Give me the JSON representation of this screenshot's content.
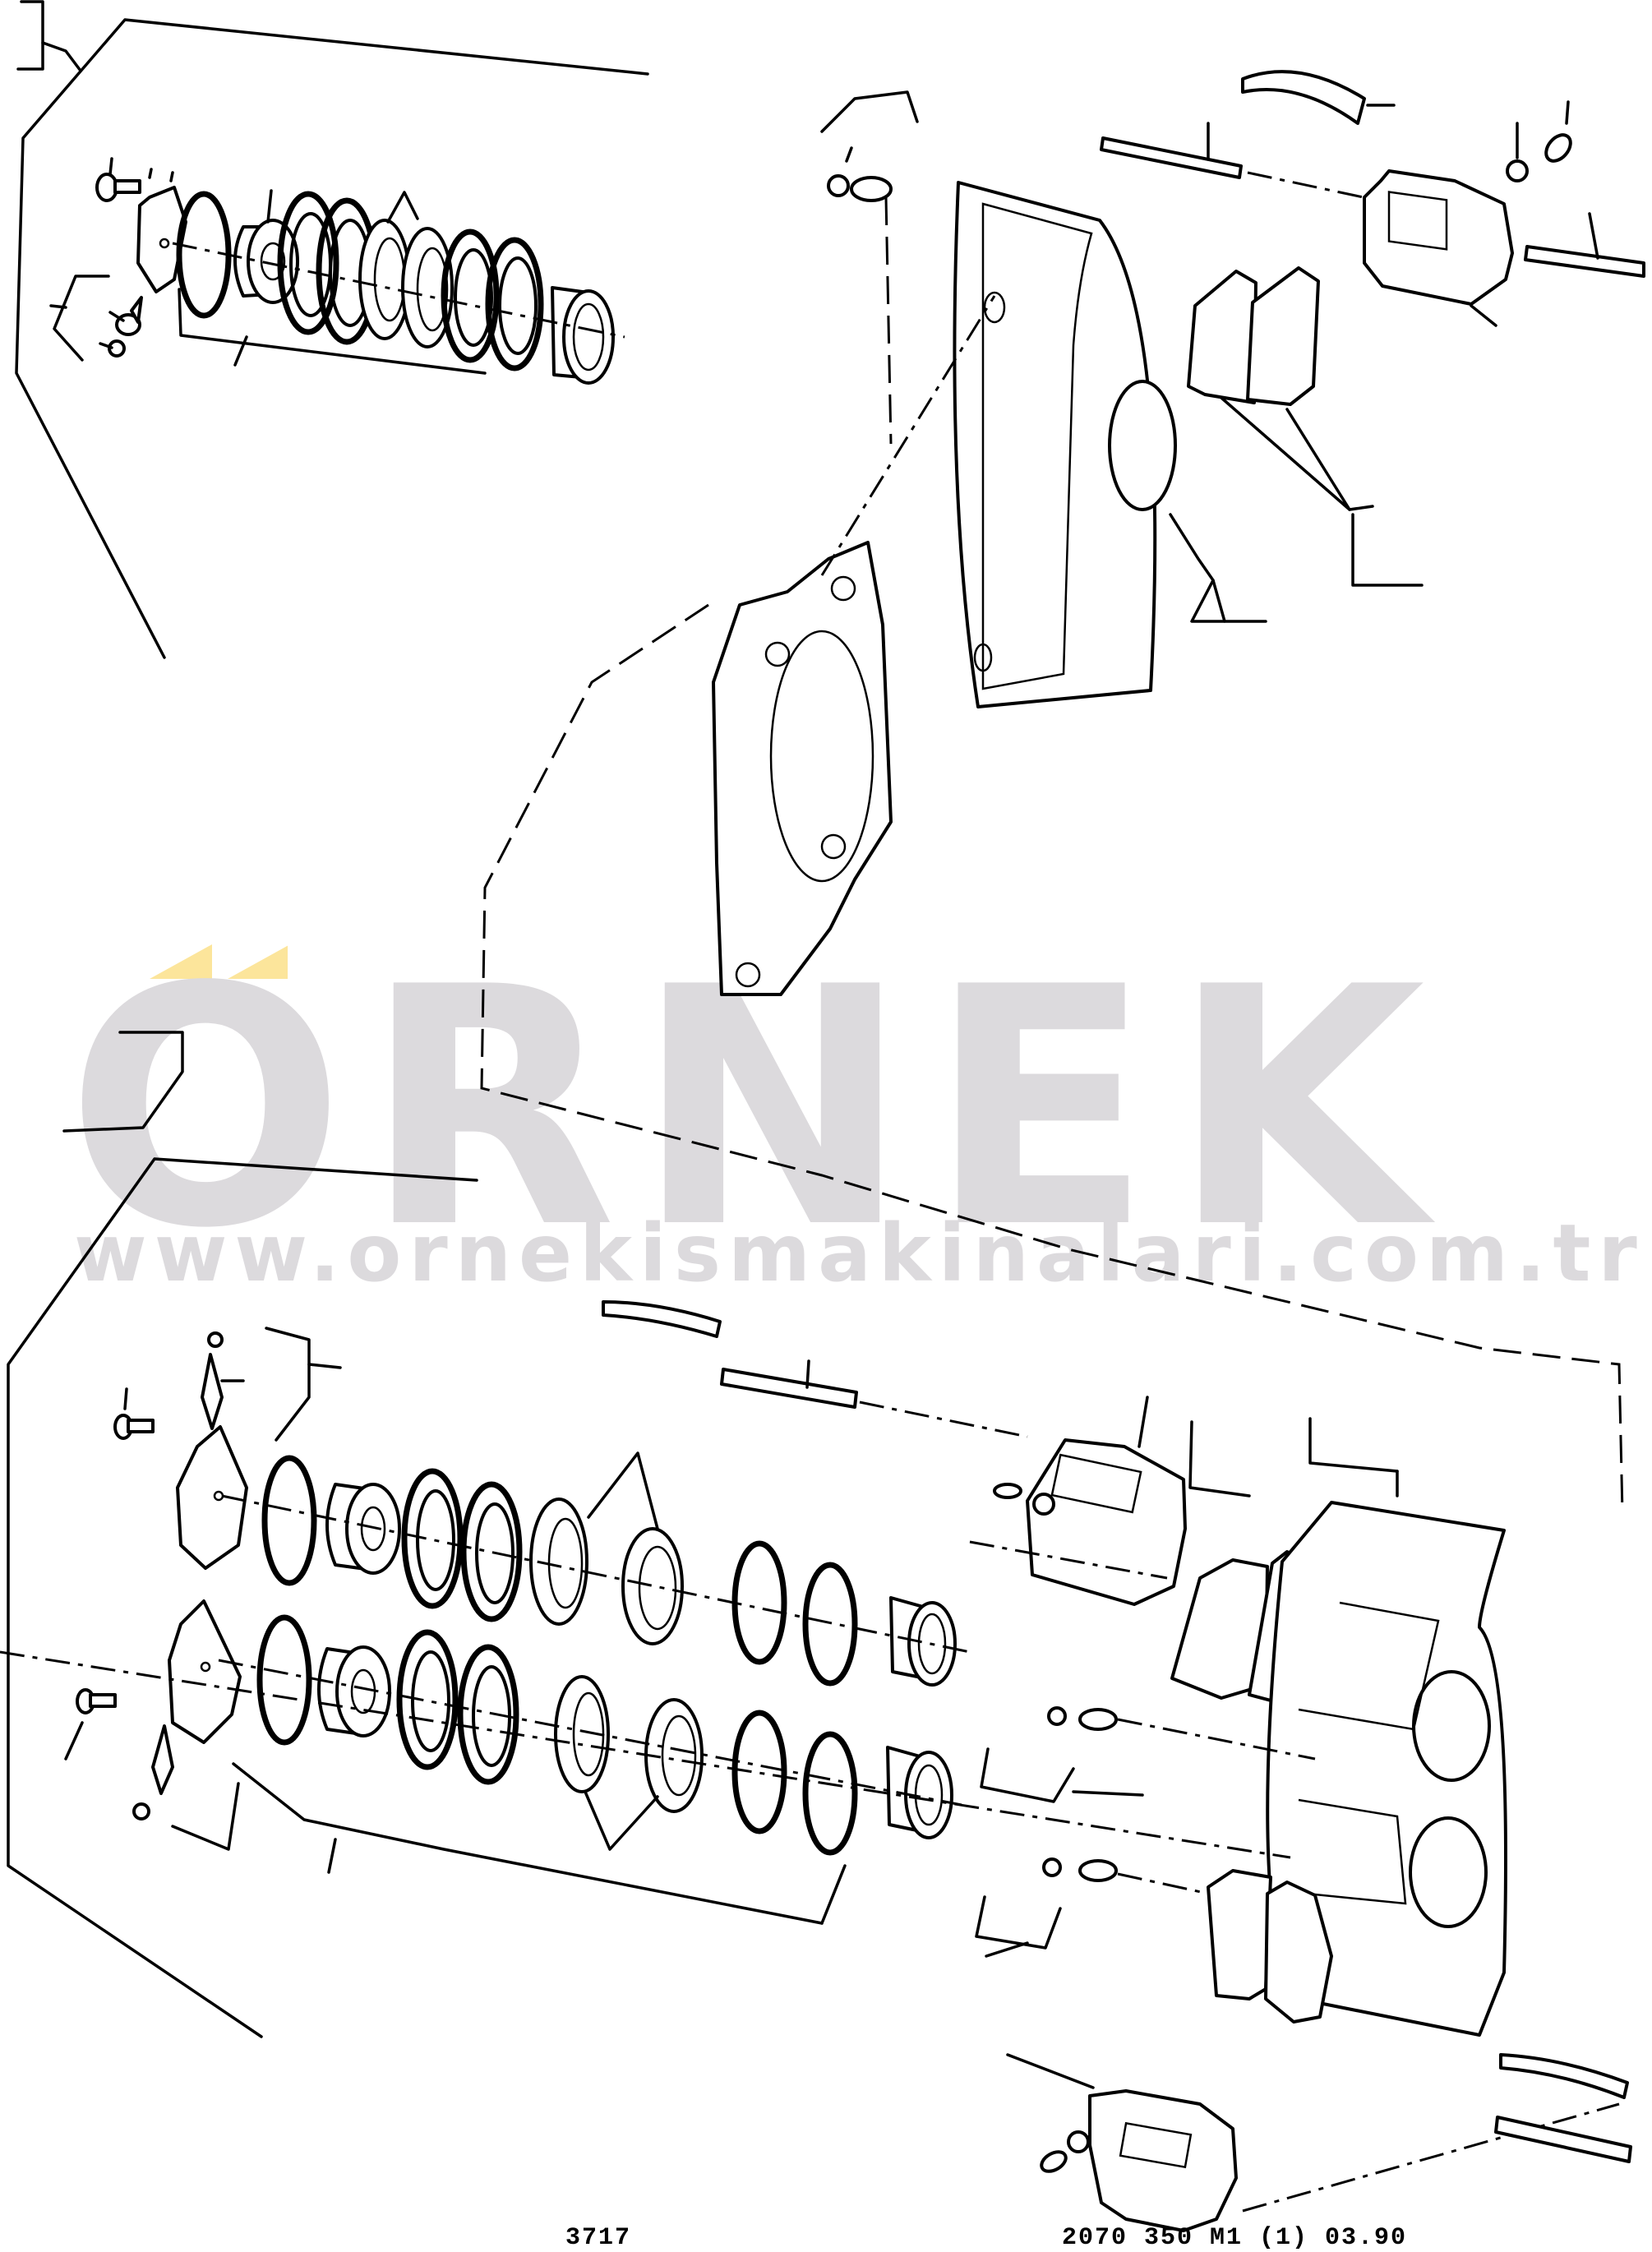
{
  "diagram": {
    "type": "exploded-parts-diagram",
    "subject": "disc brake caliper assembly",
    "assemblies": [
      {
        "name": "upper-caliper-assembly",
        "components": [
          "bleed-screw-and-cap",
          "cover-plate",
          "o-ring",
          "piston",
          "seal",
          "seal",
          "dust-boot-pair",
          "seal",
          "seal",
          "piston-sleeve",
          "caliper-housing",
          "anchor-plate",
          "brake-pad-pair",
          "pad-retainer-plate",
          "retaining-pin",
          "retaining-pin",
          "spring-clip",
          "bolt-and-washer"
        ]
      },
      {
        "name": "lower-caliper-assembly",
        "components": [
          "bleed-screw-and-cap",
          "cover-plate-upper",
          "cover-plate-lower",
          "o-ring",
          "piston",
          "seal",
          "seal",
          "dust-boot-pair",
          "seal",
          "seal",
          "piston-sleeve",
          "caliper-housing-twin-bore",
          "brake-pad-pair-upper",
          "brake-pad-pair-lower",
          "pad-retainer-plate-upper",
          "pad-retainer-plate-lower",
          "retaining-pin",
          "spring-clip",
          "bolt-and-washer"
        ]
      }
    ],
    "callouts": "unnumbered leader lines"
  },
  "watermark": {
    "brand": "ÖRNEK",
    "brand_base": "RNEK",
    "brand_first_letter": "O",
    "url": "www.ornekismakinalari.com.tr",
    "colors": {
      "letters": "#dcdadd",
      "umlaut": "#fce59b"
    }
  },
  "footer": {
    "left_code": "3717",
    "right_code": "2070 350 M1 (1) 03.90"
  }
}
